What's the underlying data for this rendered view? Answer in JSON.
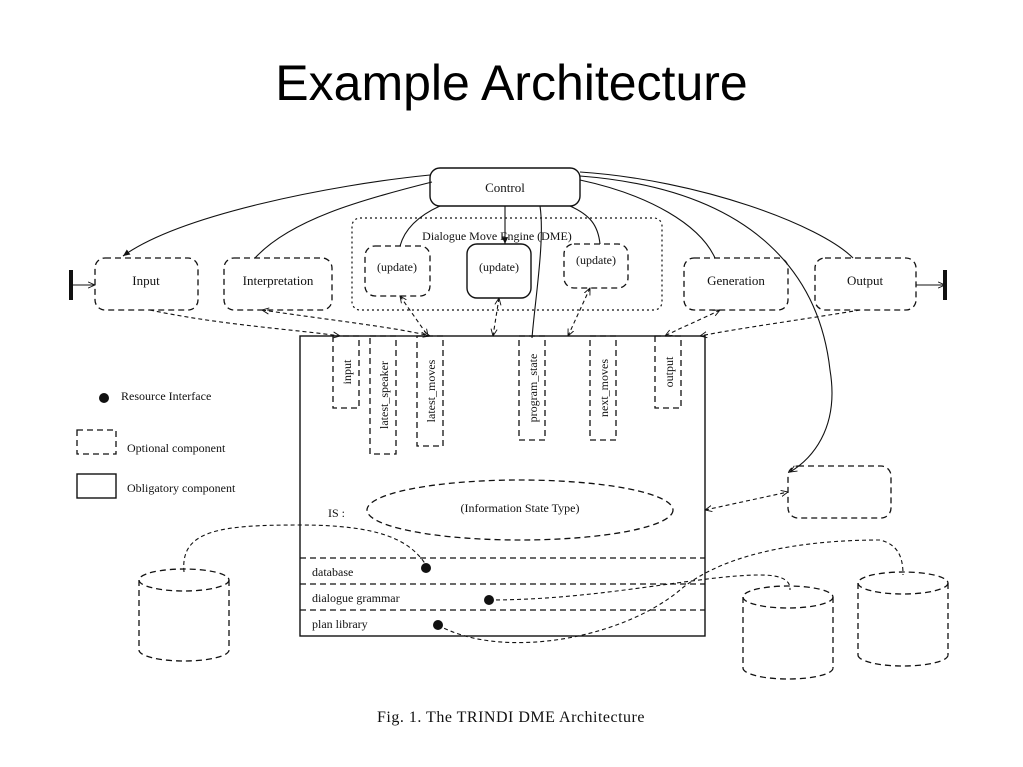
{
  "slide": {
    "title": "Example Architecture"
  },
  "diagram": {
    "control": "Control",
    "dme_label": "Dialogue Move Engine (DME)",
    "updates": [
      "(update)",
      "(update)",
      "(update)"
    ],
    "modules": {
      "input": "Input",
      "interpretation": "Interpretation",
      "generation": "Generation",
      "output": "Output"
    },
    "is_fields": [
      "input",
      "latest_speaker",
      "latest_moves",
      "program_state",
      "next_moves",
      "output"
    ],
    "is_label": "IS :",
    "is_type": "(Information State Type)",
    "resources": [
      "database",
      "dialogue grammar",
      "plan library"
    ],
    "legend": {
      "resource_interface": "Resource Interface",
      "optional": "Optional component",
      "obligatory": "Obligatory component"
    },
    "caption": "Fig. 1. The TRINDI DME Architecture"
  }
}
